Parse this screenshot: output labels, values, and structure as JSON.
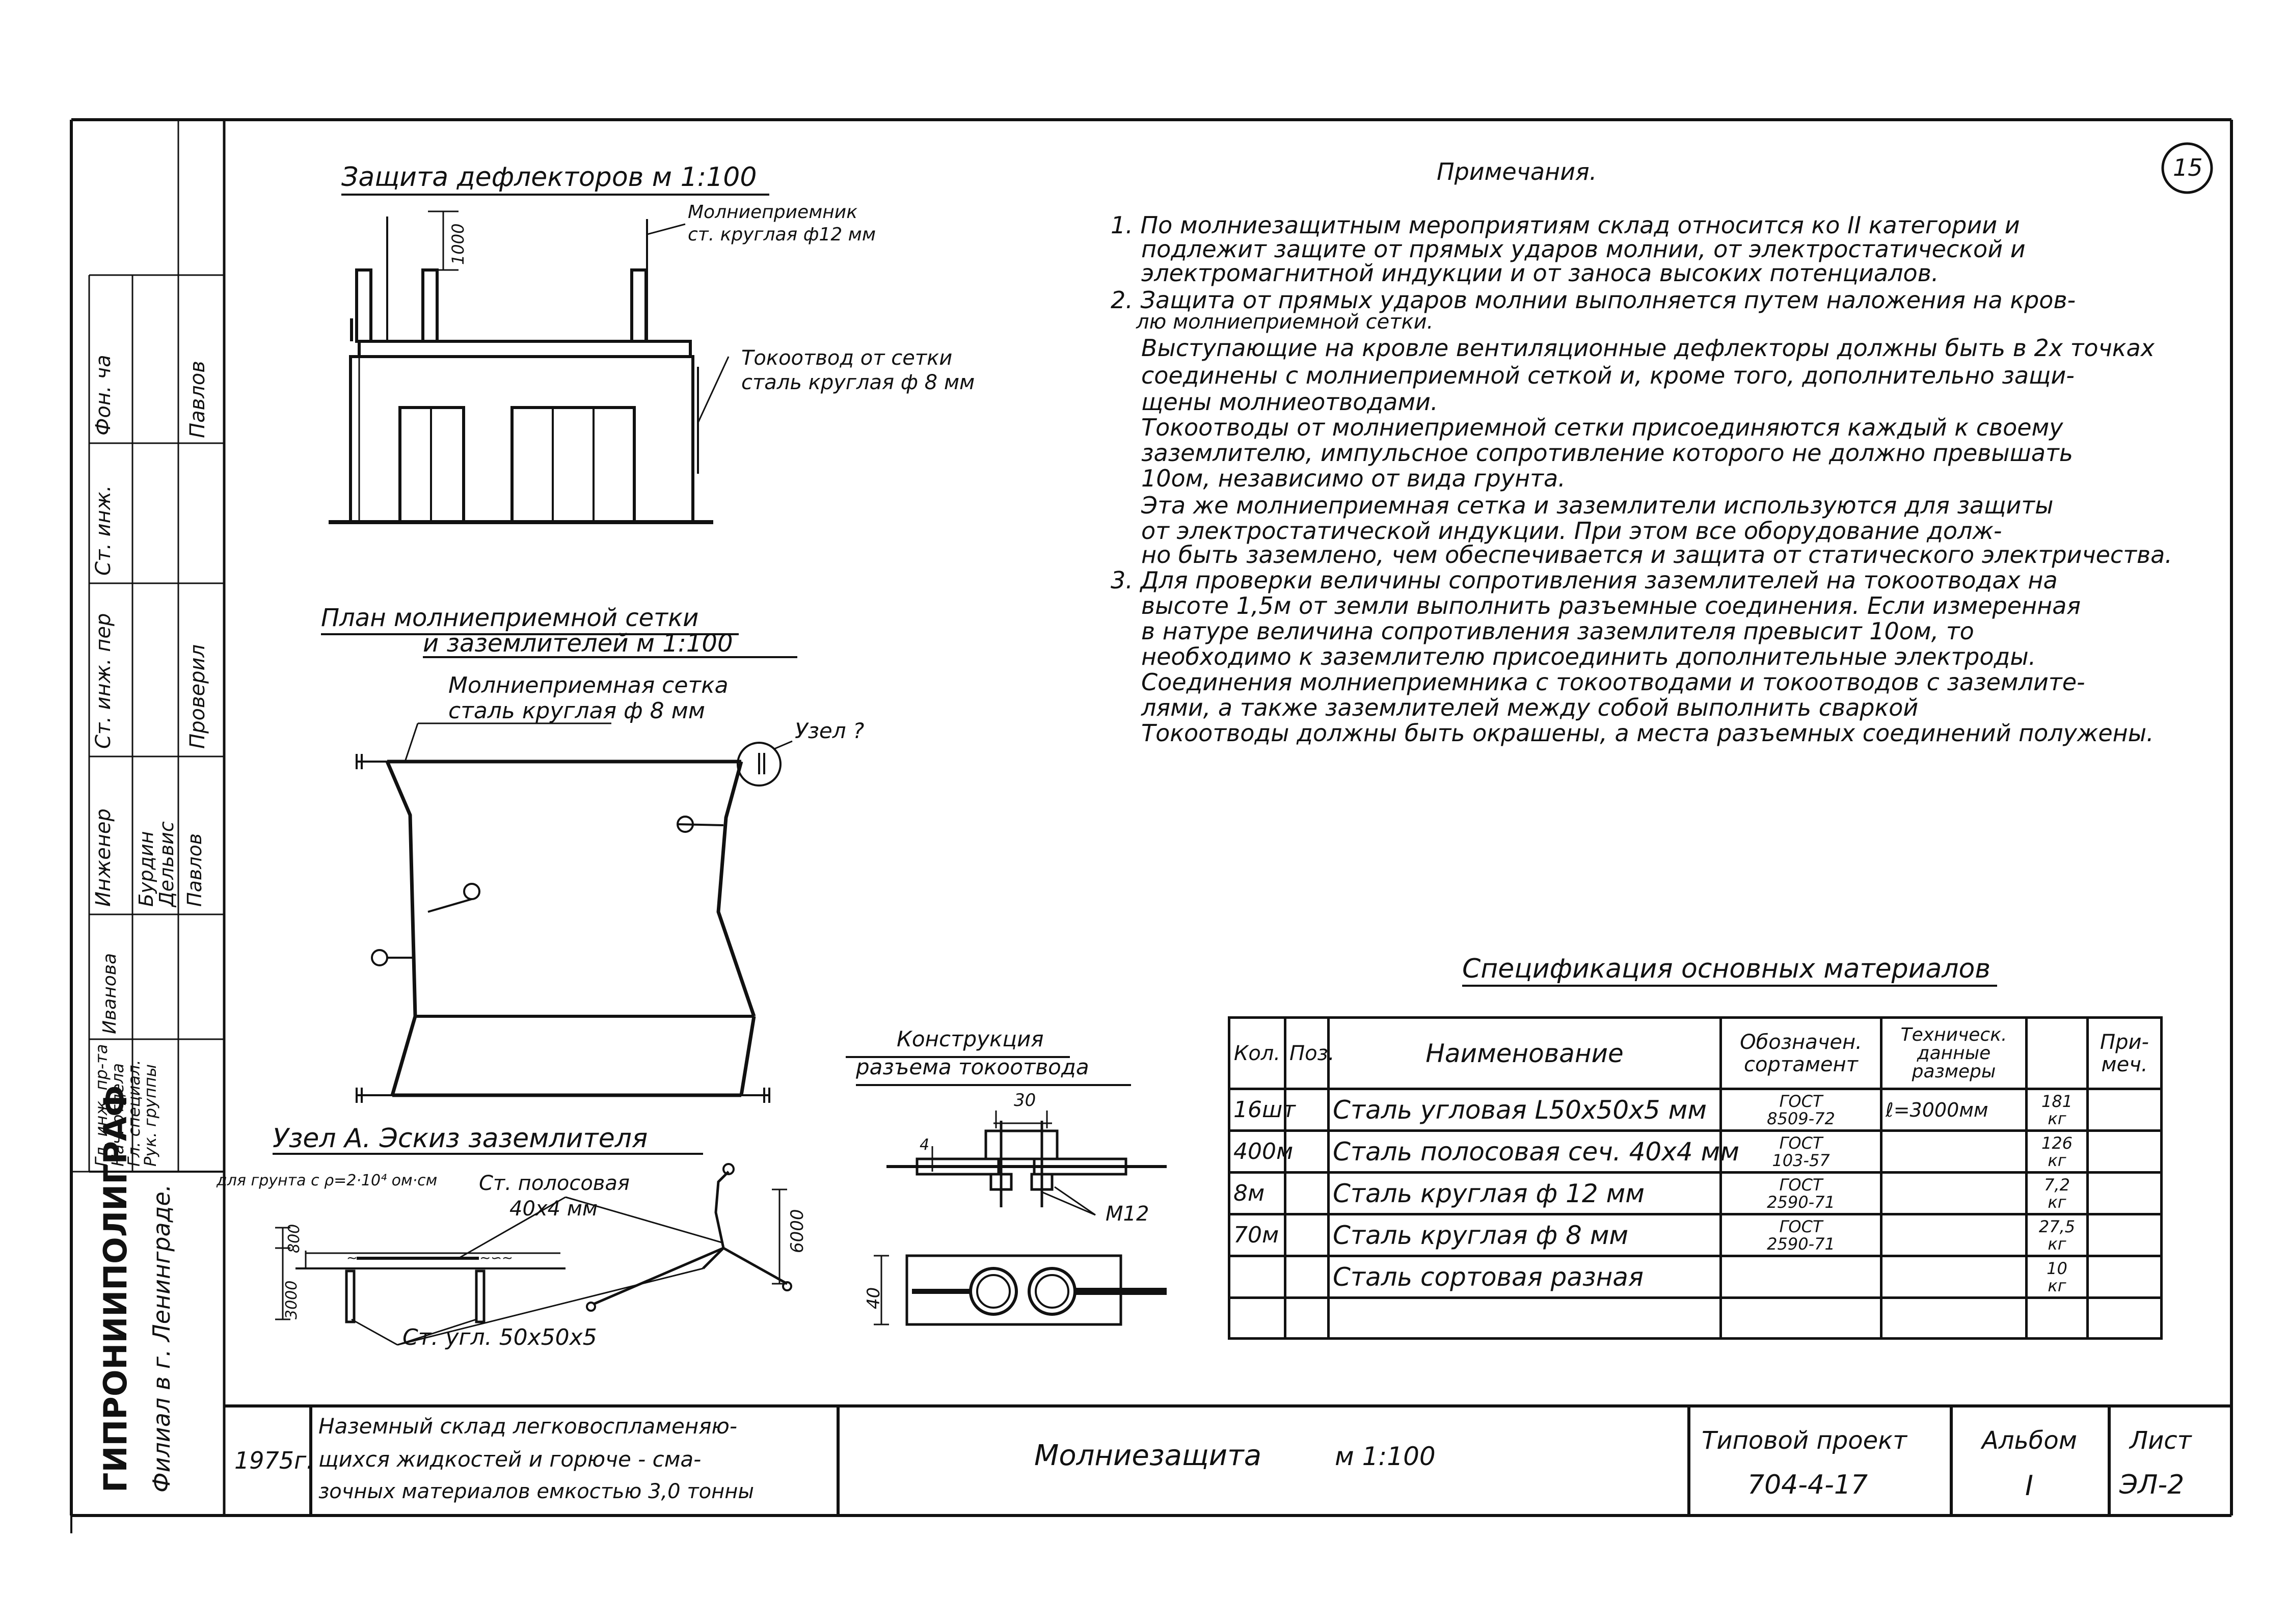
{
  "sheet_number": "15",
  "deflector_section": {
    "title": "Защита дефлекторов м 1:100",
    "rod_label_1": "Молниеприемник",
    "rod_label_2": "ст. круглая ф12 мм",
    "dim_1000": "1000",
    "down_label_1": "Токоотвод от сетки",
    "down_label_2": "сталь круглая ф 8 мм"
  },
  "plan_section": {
    "title_1": "План молниеприемной сетки",
    "title_2": "и заземлителей м 1:100",
    "mesh_label_1": "Молниеприемная сетка",
    "mesh_label_2": "сталь круглая ф 8 мм",
    "node_label": "Узел ?"
  },
  "node_a_section": {
    "title": "Узел А. Эскиз заземлителя",
    "soil_note": "для грунта с ρ=2·10⁴ ом·см",
    "strip_label_1": "Ст. полосовая",
    "strip_label_2": "40х4 мм",
    "dim_800": "800",
    "dim_3000": "3000",
    "dim_6000": "6000",
    "angle_label": "Ст. угл. 50х50х5"
  },
  "joint_section": {
    "title_1": "Конструкция",
    "title_2": "разъема токоотвода",
    "dim_30": "30",
    "dim_4": "4",
    "bolt_label": "М12",
    "dim_40": "40"
  },
  "notes": {
    "title": "Примечания.",
    "lines": [
      "1. По молниезащитным мероприятиям склад относится ко II категории и",
      "подлежит защите от прямых ударов молнии, от электростатической и",
      "электромагнитной индукции и от заноса высоких потенциалов.",
      "2. Защита от прямых ударов молнии выполняется путем наложения на кров-",
      "лю молниеприемной сетки.",
      "Выступающие на кровле вентиляционные дефлекторы должны быть в 2х точках",
      "соединены с молниеприемной сеткой и, кроме того, дополнительно защи-",
      "щены молниеотводами.",
      "Токоотводы от молниеприемной сетки присоединяются каждый к своему",
      "заземлителю, импульсное сопротивление которого не должно превышать",
      "10ом, независимо от вида грунта.",
      "Эта же молниеприемная сетка и заземлители используются для защиты",
      "от электростатической индукции. При этом все оборудование долж-",
      "но быть заземлено, чем обеспечивается и защита от статического электричества.",
      "3. Для проверки величины сопротивления заземлителей на токоотводах на",
      "высоте 1,5м от земли выполнить разъемные соединения. Если измеренная",
      "в натуре величина сопротивления заземлителя превысит 10ом, то",
      "необходимо к заземлителю присоединить дополнительные электроды.",
      "Соединения молниеприемника с токоотводами и токоотводов с заземлите-",
      "лями, а также заземлителей между собой выполнить сваркой",
      "Токоотводы должны быть окрашены, а места разъемных соединений полужены."
    ]
  },
  "spec": {
    "title": "Спецификация основных материалов",
    "headers": {
      "qty": "Кол.",
      "pos": "Поз.",
      "name": "Наименование",
      "designation_1": "Обозначен.",
      "designation_2": "сортамент",
      "tech_1": "Техническ.",
      "tech_2": "данные",
      "tech_3": "размеры",
      "mass": "",
      "note_1": "При-",
      "note_2": "меч."
    },
    "rows": [
      {
        "qty": "16шт",
        "pos": "",
        "name": "Сталь угловая L50х50х5 мм",
        "gost_1": "ГОСТ",
        "gost_2": "8509-72",
        "tech": "ℓ=3000мм",
        "mass_1": "181",
        "mass_2": "кг",
        "note": ""
      },
      {
        "qty": "400м",
        "pos": "",
        "name": "Сталь полосовая сеч. 40х4 мм",
        "gost_1": "ГОСТ",
        "gost_2": "103-57",
        "tech": "",
        "mass_1": "126",
        "mass_2": "кг",
        "note": ""
      },
      {
        "qty": "8м",
        "pos": "",
        "name": "Сталь круглая ф 12 мм",
        "gost_1": "ГОСТ",
        "gost_2": "2590-71",
        "tech": "",
        "mass_1": "7,2",
        "mass_2": "кг",
        "note": ""
      },
      {
        "qty": "70м",
        "pos": "",
        "name": "Сталь круглая ф 8 мм",
        "gost_1": "ГОСТ",
        "gost_2": "2590-71",
        "tech": "",
        "mass_1": "27,5",
        "mass_2": "кг",
        "note": ""
      },
      {
        "qty": "",
        "pos": "",
        "name": "Сталь сортовая разная",
        "gost_1": "",
        "gost_2": "",
        "tech": "",
        "mass_1": "10",
        "mass_2": "кг",
        "note": ""
      }
    ]
  },
  "title_block": {
    "year": "1975г.",
    "object_1": "Наземный склад легковоспламеняю-",
    "object_2": "щихся жидкостей и горюче - сма-",
    "object_3": "зочных материалов емкостью 3,0 тонны",
    "sheet_title": "Молниезащита",
    "scale": "м 1:100",
    "project_label": "Типовой проект",
    "project_number": "704-4-17",
    "album_label": "Альбом",
    "album_value": "I",
    "sheet_label": "Лист",
    "sheet_code": "ЭЛ-2"
  },
  "side_stamp": {
    "org": "ГИПРОНИИПОЛИГРАФ",
    "branch": "Филиал в г. Ленинграде.",
    "roles": [
      "Гл. инж. пр-та",
      "Нач. отдела",
      "Гл. специал.",
      "Рук. группы",
      "Инженер",
      "Ст. инж. пер",
      "Ст. инж.",
      "Фон. ча"
    ],
    "names": [
      "Иванова",
      "Бурдин",
      "Дельвис",
      "Павлов",
      "Проверил",
      "Павлов"
    ]
  }
}
